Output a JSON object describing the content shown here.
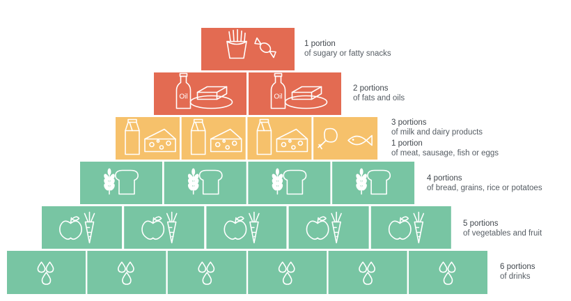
{
  "tiers": [
    {
      "id": "snacks",
      "count": 1,
      "color": "#e36b52",
      "icons": [
        "fries-icon",
        "candy-icon"
      ],
      "labels": [
        {
          "portions": "1 portion",
          "desc": "of sugary or fatty snacks"
        }
      ]
    },
    {
      "id": "fats",
      "count": 2,
      "color": "#e36b52",
      "icons": [
        "oil-bottle-icon",
        "butter-icon"
      ],
      "bottle_text": "Oil",
      "labels": [
        {
          "portions": "2 portions",
          "desc": "of fats and oils"
        }
      ]
    },
    {
      "id": "dairy",
      "count": 4,
      "color": "#f6c16b",
      "icons": [
        "milk-carton-icon",
        "cheese-icon"
      ],
      "last_icons": [
        "chicken-leg-icon",
        "fish-icon"
      ],
      "labels": [
        {
          "portions": "3 portions",
          "desc": "of milk and dairy products"
        },
        {
          "portions": "1 portion",
          "desc": "of meat, sausage, fish or eggs"
        }
      ]
    },
    {
      "id": "bread",
      "count": 4,
      "color": "#78c5a3",
      "icons": [
        "wheat-icon",
        "bread-icon"
      ],
      "labels": [
        {
          "portions": "4 portions",
          "desc": "of bread, grains, rice or potatoes"
        }
      ]
    },
    {
      "id": "vegetables",
      "count": 5,
      "color": "#78c5a3",
      "icons": [
        "apple-icon",
        "carrot-icon"
      ],
      "labels": [
        {
          "portions": "5 portions",
          "desc": "of vegetables and fruit"
        }
      ]
    },
    {
      "id": "drinks",
      "count": 6,
      "color": "#78c5a3",
      "icons": [
        "water-drops-icon"
      ],
      "labels": [
        {
          "portions": "6 portions",
          "desc": "of drinks"
        }
      ]
    }
  ]
}
